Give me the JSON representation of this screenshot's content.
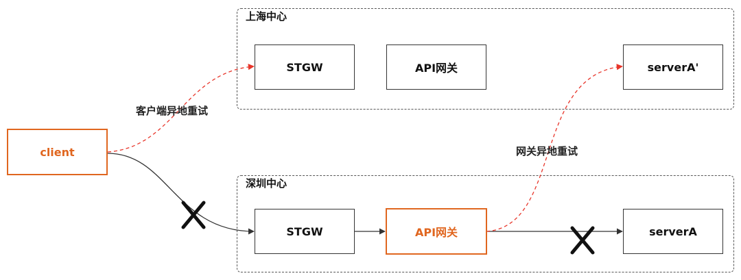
{
  "regions": {
    "shanghai": {
      "label": "上海中心"
    },
    "shenzhen": {
      "label": "深圳中心"
    }
  },
  "nodes": {
    "client": {
      "label": "client"
    },
    "stgw_sh": {
      "label": "STGW"
    },
    "api_gw_sh": {
      "label": "API网关"
    },
    "server_a_prime": {
      "label": "serverA'"
    },
    "stgw_sz": {
      "label": "STGW"
    },
    "api_gw_sz": {
      "label": "API网关"
    },
    "server_a": {
      "label": "serverA"
    }
  },
  "edge_labels": {
    "client_retry": "客户端异地重试",
    "gateway_retry": "网关异地重试"
  },
  "colors": {
    "accent": "#e0661f",
    "retry_line": "#e8352a",
    "normal_line": "#333333",
    "border": "#333333"
  }
}
